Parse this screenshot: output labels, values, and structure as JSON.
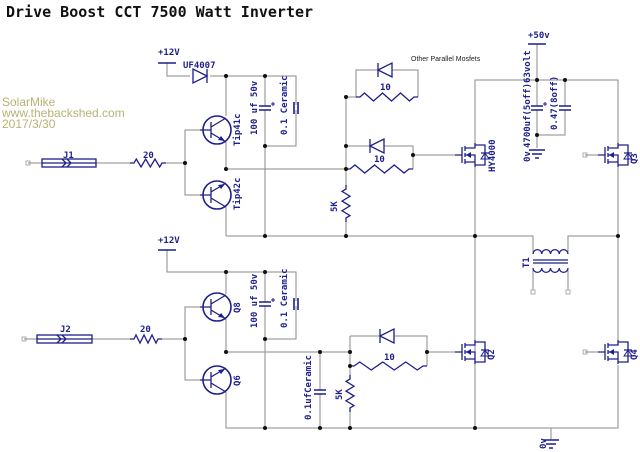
{
  "title": "Drive Boost CCT 7500 Watt Inverter",
  "watermark": {
    "author": "SolarMike",
    "site": "www.thebackshed.com",
    "date": "2017/3/30"
  },
  "note": "Other Parallel Mosfets",
  "colors": {
    "component": "#1e1e8c",
    "wire": "#8a8a8a",
    "junction": "#111111",
    "watermark": "#b9b273"
  },
  "top_driver": {
    "supply": "+12V",
    "diode": "UF4007",
    "connector": "J1",
    "input_resistor": "20",
    "npn": "Tip41c",
    "pnp": "Tip42c",
    "electrolytic": "100 uf 50v",
    "ceramic": "0.1 Ceramic",
    "gate_resistor_parallel": "10",
    "gate_resistor": "10",
    "pulldown": "5K",
    "mosfet": "HY4000",
    "mosfet_right": "Q3"
  },
  "bottom_driver": {
    "supply": "+12V",
    "connector": "J2",
    "input_resistor": "20",
    "npn": "Q8",
    "pnp": "Q6",
    "electrolytic": "100 uf 50v",
    "ceramic": "0.1 Ceramic",
    "decoupling": "0.1ufCeramic",
    "gate_resistor": "10",
    "pulldown": "5K",
    "mosfet": "Q2",
    "mosfet_right": "Q4"
  },
  "power": {
    "supply": "+50v",
    "bulk_cap": "4700uf(5off)63volt",
    "film_cap": "0.47(8off)",
    "ground_top": "0v",
    "ground_bottom": "0v",
    "transformer": "T1"
  }
}
